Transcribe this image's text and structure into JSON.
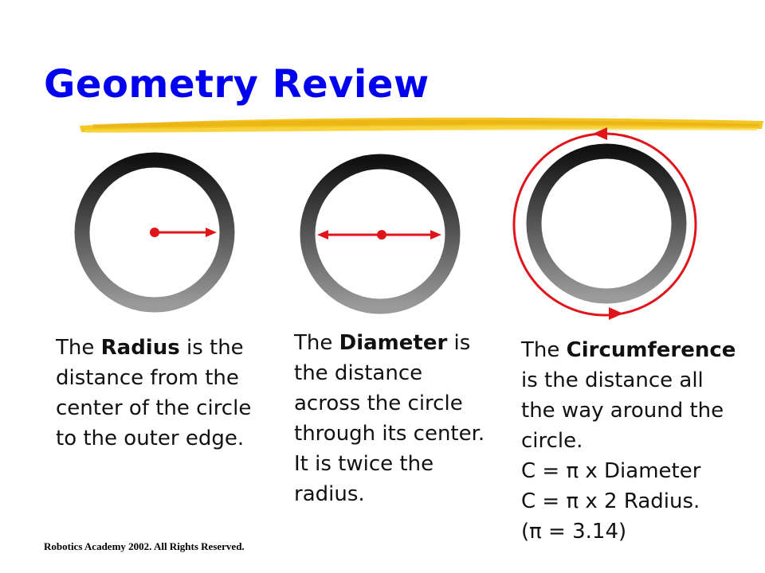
{
  "title": "Geometry Review",
  "colors": {
    "title": "#0000ee",
    "highlight_stroke": "#f2c317",
    "accent": "#e0141b",
    "ring_dark": "#111111",
    "ring_light": "#9a9a9a",
    "text": "#111111"
  },
  "captions": {
    "radius": {
      "lines": [
        [
          "The ",
          "Radius",
          " is the"
        ],
        [
          "distance from the"
        ],
        [
          "center of the circle"
        ],
        [
          "to the outer edge."
        ]
      ]
    },
    "diameter": {
      "lines": [
        [
          "The ",
          "Diameter",
          " is"
        ],
        [
          "the distance"
        ],
        [
          "across the circle"
        ],
        [
          "through its center."
        ],
        [
          "It is twice the"
        ],
        [
          "radius."
        ]
      ]
    },
    "circumference": {
      "lines": [
        [
          "The ",
          "Circumference"
        ],
        [
          "is the distance all"
        ],
        [
          "the way around the"
        ],
        [
          "circle."
        ],
        [
          "C = π x Diameter"
        ],
        [
          "C = π x 2 Radius."
        ],
        [
          "(π = 3.14)"
        ]
      ]
    }
  },
  "footer": "Robotics Academy 2002. All Rights Reserved."
}
